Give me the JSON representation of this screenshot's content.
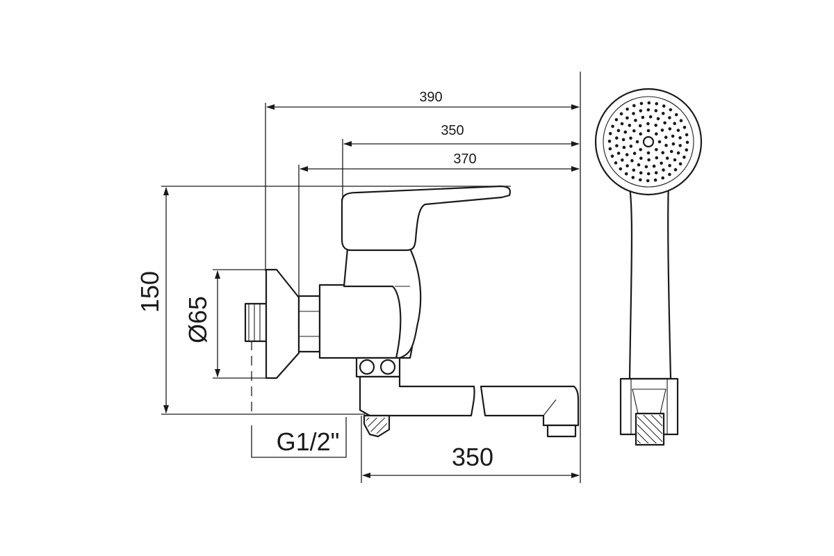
{
  "dimensions": {
    "d390": "390",
    "d350_top": "350",
    "d370": "370",
    "d150": "150",
    "d65": "Ø65",
    "thread": "G1/2\"",
    "d350_bottom": "350"
  },
  "colors": {
    "line": "#1a1a1a",
    "background": "#ffffff"
  }
}
